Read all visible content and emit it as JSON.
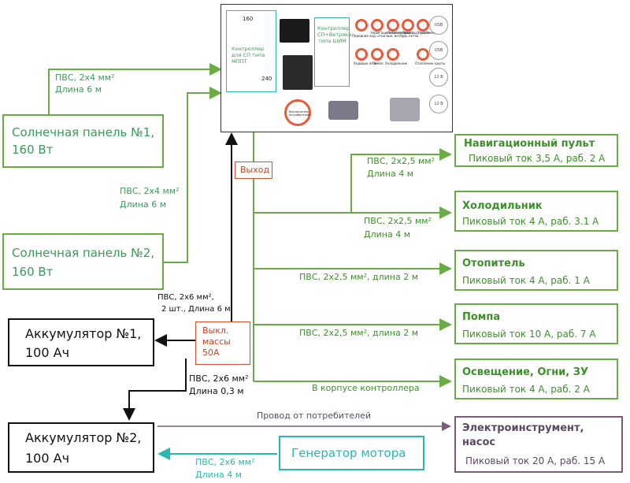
{
  "controller": {
    "mppt_size_w": "160",
    "mppt_size_h": "240",
    "mppt_label": "Контроллер для СП типа МППТ",
    "pwm_label": "Контроллер СП+Ветряка типа ШИМ",
    "port_labels_row1": [
      "Передние ход. огни вых. интерф. котла",
      "Навигационный пульт",
      "Питание навигац. пульта",
      "Помпа",
      "Отопление"
    ],
    "port_labels_row2": [
      "Ходовые огни",
      "Помпа",
      "Холодильник",
      "Отопление каюты"
    ],
    "gray_ports": [
      "USB",
      "USB",
      "12 В",
      "12 В"
    ],
    "switch_label": "Выключатель потребителей"
  },
  "output_label": "Выход",
  "switch": {
    "line1": "Выкл.",
    "line2": "массы",
    "line3": "50А"
  },
  "panels": [
    {
      "line1": "Солнечная панель №1,",
      "line2": "160 Вт"
    },
    {
      "line1": "Солнечная панель №2,",
      "line2": "160 Вт"
    }
  ],
  "panel_wires": [
    {
      "line1": "ПВС, 2х4 мм²",
      "line2": "Длина 6 м"
    },
    {
      "line1": "ПВС, 2х4 мм²",
      "line2": "Длина 6 м"
    }
  ],
  "batteries": [
    {
      "line1": "Аккумулятор №1,",
      "line2": "100 Ач"
    },
    {
      "line1": "Аккумулятор №2,",
      "line2": "100 Ач"
    }
  ],
  "battery_wire": {
    "line1": "ПВС, 2х6 мм²,",
    "line2": "2 шт., Длина 6 м"
  },
  "battery_link_wire": {
    "line1": "ПВС, 2х6 мм²",
    "line2": "Длина 0,3 м"
  },
  "generator": {
    "label": "Генератор мотора"
  },
  "generator_wire": {
    "line1": "ПВС, 2х6 мм²",
    "line2": "Длина 4 м"
  },
  "consumers": [
    {
      "title": "Навигационный пульт",
      "sub": "Пиковый ток 3,5 А, раб. 2 А"
    },
    {
      "title": "Холодильник",
      "sub": "Пиковый ток 4 А, раб. 3.1 А"
    },
    {
      "title": "Отопитель",
      "sub": "Пиковый ток 4 А, раб. 1 А"
    },
    {
      "title": "Помпа",
      "sub": "Пиковый ток 10 А, раб. 7 А"
    },
    {
      "title": "Освещение, Огни, ЗУ",
      "sub": "Пиковый ток 4 А, раб. 2 А"
    }
  ],
  "consumer_wires": {
    "nav": {
      "line1": "ПВС, 2х2,5 мм²",
      "line2": "Длина 4 м"
    },
    "fridge": {
      "line1": "ПВС, 2х2,5 мм²",
      "line2": "Длина 4 м"
    },
    "heater": "ПВС, 2х2,5 мм², длина 2 м",
    "pump": "ПВС, 2х2,5 мм², длина 2 м",
    "lights": "В корпусе контроллера"
  },
  "tool": {
    "title1": "Электроинструмент,",
    "title2": "насос",
    "sub": "Пиковый ток 20 А, раб. 15 А"
  },
  "tool_wire": "Провод от потребителей",
  "colors": {
    "green": "#6aab45",
    "teal": "#2bb7b1",
    "black": "#111111",
    "purple": "#7a5a78",
    "orange": "#d4502a"
  }
}
